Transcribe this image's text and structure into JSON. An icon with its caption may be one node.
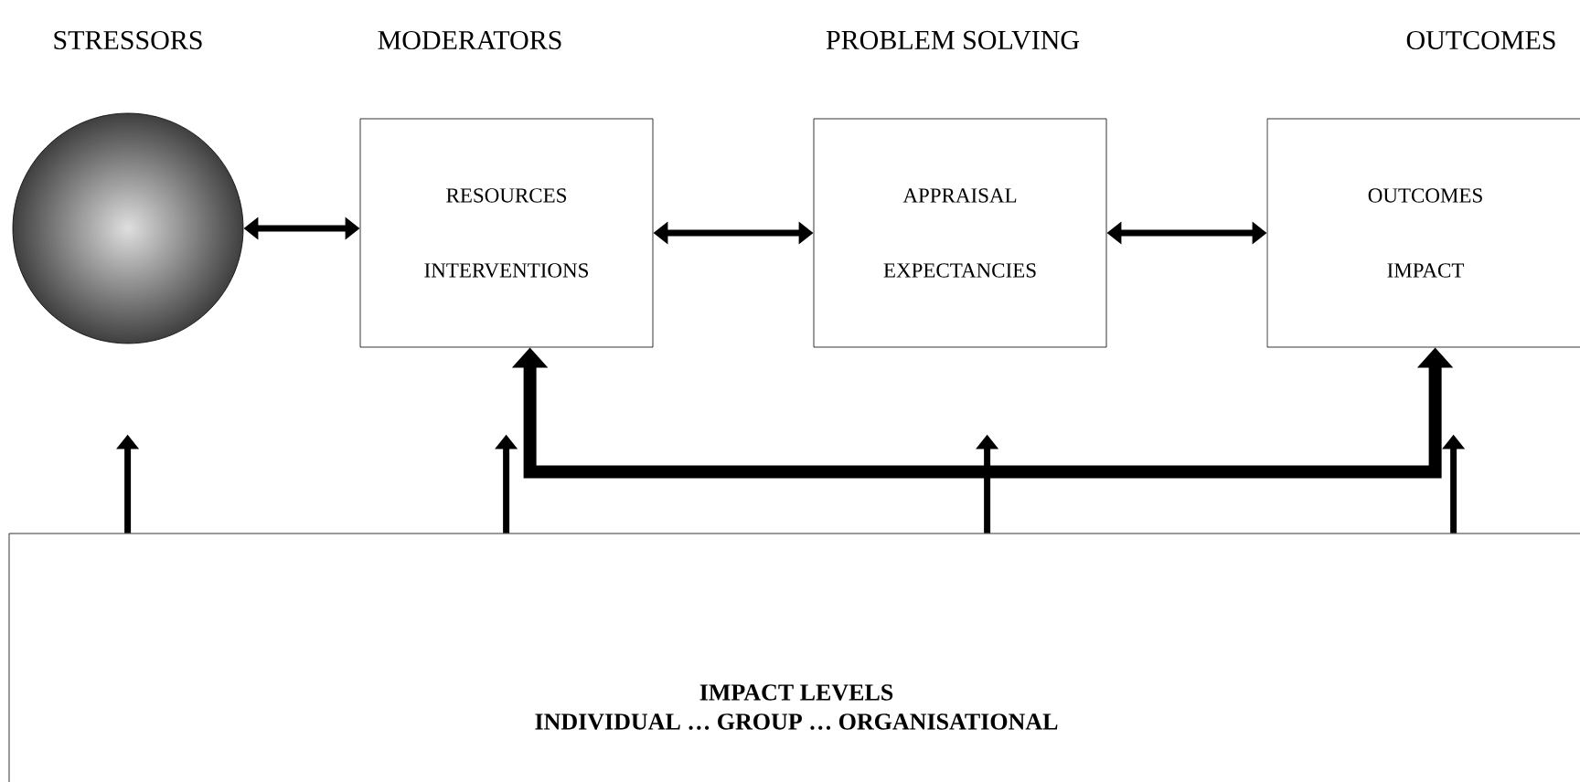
{
  "diagram": {
    "nodes": [
      {
        "text": [],
        "shape": "circle"
      },
      {
        "text": [
          "RESOURCES",
          "INTERVENTIONS"
        ]
      },
      {
        "text": [
          "APPRAISAL",
          "EXPECTANCIES"
        ]
      },
      {
        "text": [
          "OUTCOMES",
          "IMPACT"
        ]
      },
      {
        "text": [
          "IMPACT LEVELS",
          "INDIVIDUAL … GROUP … ORGANISATIONAL"
        ]
      }
    ],
    "edges": [
      {
        "from": 0,
        "to": 1,
        "arrow": "both"
      },
      {
        "from": 1,
        "to": 2,
        "arrow": "both"
      },
      {
        "from": 2,
        "to": 3,
        "arrow": "both"
      },
      {
        "from": 1,
        "to": 3,
        "arrow": "both",
        "style": "thick"
      },
      {
        "from": 4,
        "to": null,
        "arrow": "to"
      },
      {
        "from": 4,
        "to": null,
        "arrow": "to"
      },
      {
        "from": 4,
        "to": null,
        "arrow": "to"
      },
      {
        "from": 4,
        "to": null,
        "arrow": "to"
      }
    ],
    "labels": [
      "STRESSORS",
      "MODERATORS",
      "PROBLEM SOLVING",
      "OUTCOMES"
    ]
  }
}
